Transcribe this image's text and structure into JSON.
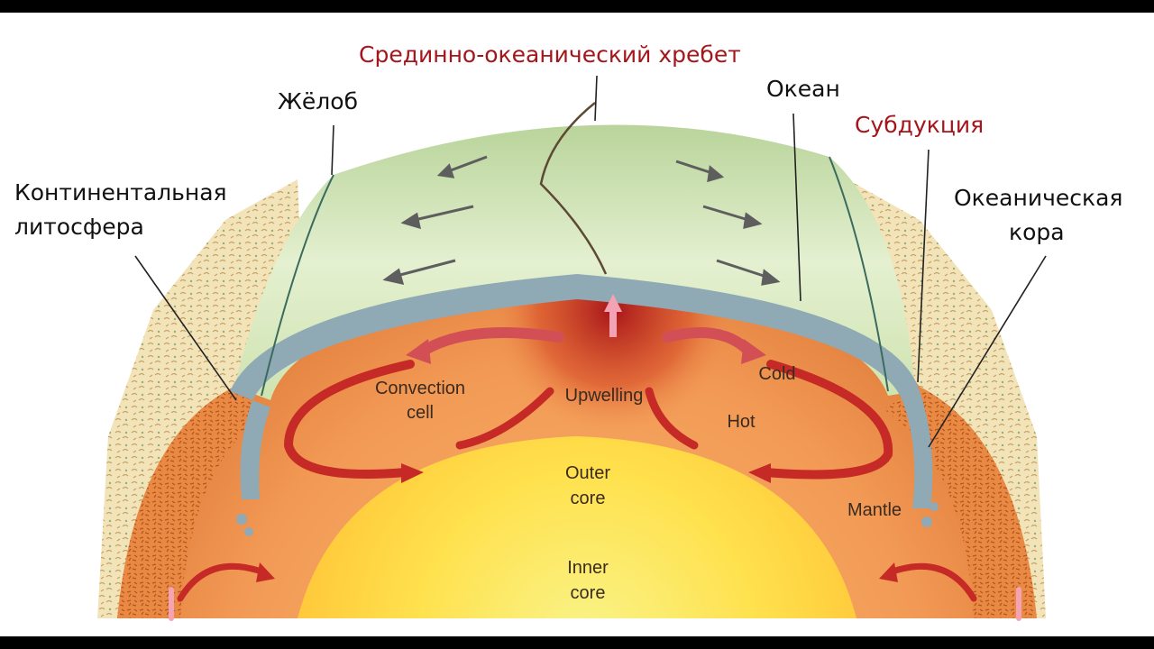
{
  "labels": {
    "ridge": "Срединно-океанический хребет",
    "trench": "Жёлоб",
    "ocean": "Океан",
    "subduction": "Субдукция",
    "continental_lithosphere": "Континентальная литосфера",
    "continental_lithosphere_line1": "Континентальная",
    "continental_lithosphere_line2": "литосфера",
    "oceanic_crust": "Океаническая кора",
    "oceanic_crust_line1": "Океаническая",
    "oceanic_crust_line2": "кора"
  },
  "inner_text": {
    "convection": "Convection",
    "cell": "cell",
    "upwelling": "Upwelling",
    "cold": "Cold",
    "hot": "Hot",
    "outer": "Outer",
    "outer_core": "core",
    "inner": "Inner",
    "inner_core": "core",
    "mantle": "Mantle"
  },
  "colors": {
    "label_text": "#111111",
    "label_highlight": "#a3161c",
    "ocean": "#cfe3b5",
    "crust": "#8fa9b5",
    "mantle": "#f3a25e",
    "outer_core": "#ffd84a",
    "inner_core": "#f7ef6a",
    "arrows": "#c62a26"
  }
}
